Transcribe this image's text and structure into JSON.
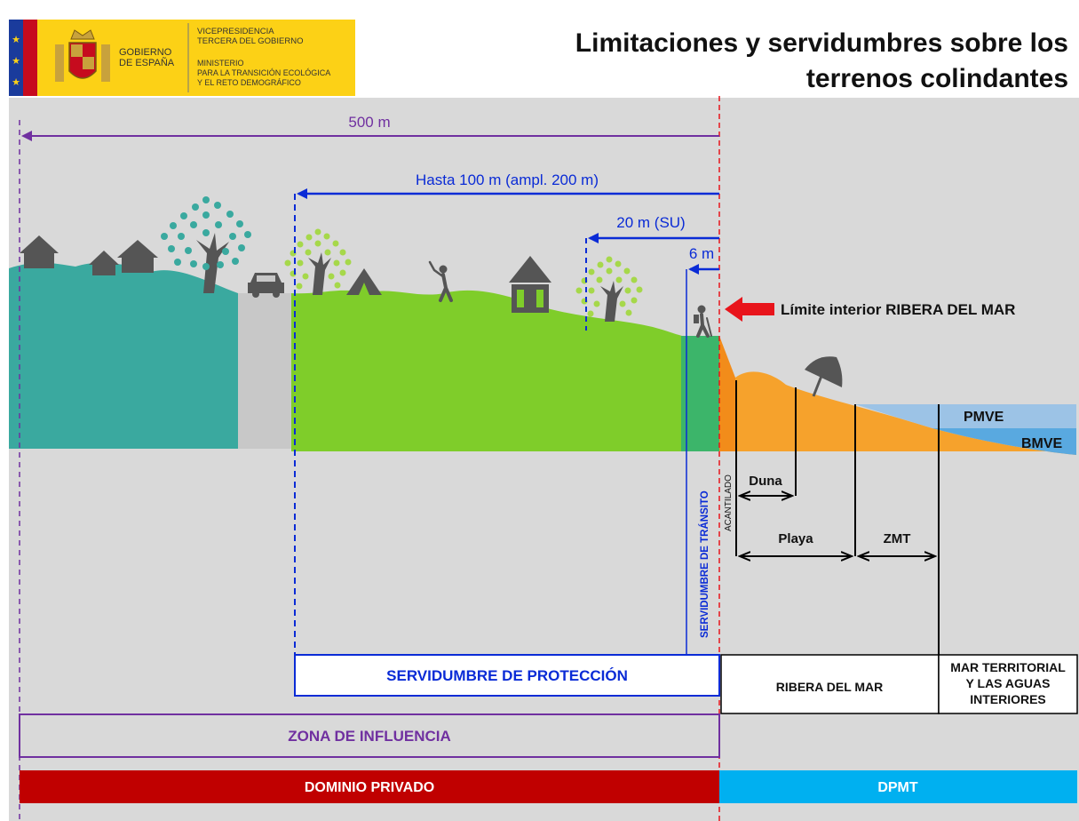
{
  "header": {
    "logo": {
      "gobierno": [
        "GOBIERNO",
        "DE ESPAÑA"
      ],
      "vicepresidencia": [
        "VICEPRESIDENCIA",
        "TERCERA DEL GOBIERNO"
      ],
      "ministerio": [
        "MINISTERIO",
        "PARA LA TRANSICIÓN ECOLÓGICA",
        "Y EL RETO DEMOGRÁFICO"
      ]
    },
    "title_line1": "Limitaciones y servidumbres sobre los",
    "title_line2": "terrenos colindantes"
  },
  "distances": {
    "d500": "500 m",
    "d100": "Hasta 100 m (ampl. 200 m)",
    "d20": "20 m (SU)",
    "d6": "6 m"
  },
  "labels": {
    "limite": "Límite interior  RIBERA DEL MAR",
    "pmve": "PMVE",
    "bmve": "BMVE",
    "duna": "Duna",
    "playa": "Playa",
    "zmt": "ZMT",
    "acantilado": "ACANTILADO",
    "servidumbre_transito": "SERVIDUMBRE DE TRÁNSITO"
  },
  "zones": {
    "servidumbre_proteccion": "SERVIDUMBRE DE PROTECCIÓN",
    "ribera_del_mar": "RIBERA DEL MAR",
    "mar_territorial": [
      "MAR TERRITORIAL",
      "Y LAS AGUAS",
      "INTERIORES"
    ],
    "zona_influencia": "ZONA DE INFLUENCIA",
    "dominio_privado": "DOMINIO PRIVADO",
    "dpmt": "DPMT"
  },
  "icons": [
    "spain-flag-stripe-icon",
    "coat-of-arms-icon",
    "house-icon",
    "tree-icon",
    "car-icon",
    "tent-icon",
    "golfer-icon",
    "kiosk-icon",
    "hiker-icon",
    "umbrella-icon",
    "red-arrow-icon"
  ],
  "colors": {
    "background": "#d9d9d9",
    "urban_teal": "#3aa99f",
    "road_grey": "#c8c8c8",
    "green_land": "#7fcd2a",
    "transit_green": "#3cb56a",
    "sand_orange": "#f6a22c",
    "pmve_blue": "#9cc3e6",
    "bmve_blue": "#59a9e0",
    "purple": "#7030a0",
    "blue": "#0a2bd6",
    "red_band": "#c00000",
    "dpmt_band": "#00b0f0",
    "logo_yellow": "#fcd116"
  }
}
